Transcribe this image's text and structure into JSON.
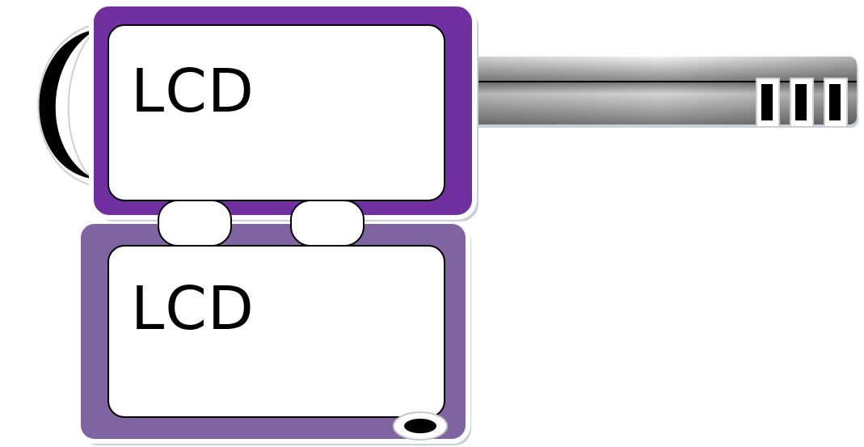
{
  "top_device": {
    "screen_label": "LCD",
    "body_color": "#7030a0"
  },
  "bottom_device": {
    "screen_label": "LCD",
    "body_color": "#8064a2"
  },
  "hinge_count": 2,
  "connector": {
    "pin_count": 3,
    "color": "#a6a6a6"
  },
  "button_icon": "oval-button-icon",
  "clip_icon": "crescent-clip-icon"
}
